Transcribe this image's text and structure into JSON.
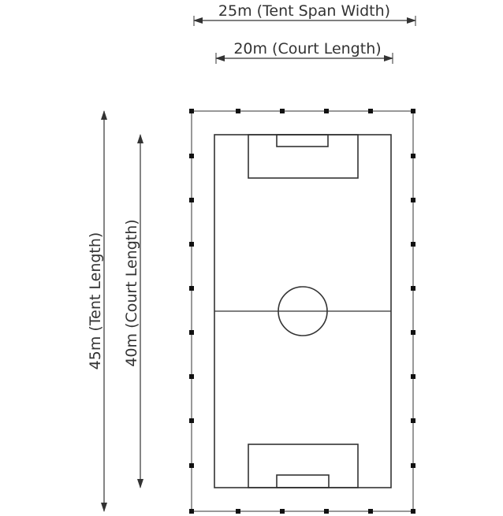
{
  "dimensions": {
    "tent_span_width": "25m (Tent Span Width)",
    "court_width": "20m (Court Length)",
    "tent_length": "45m (Tent Length)",
    "court_length": "40m (Court Length)"
  },
  "colors": {
    "line": "#333333",
    "post": "#111111"
  }
}
